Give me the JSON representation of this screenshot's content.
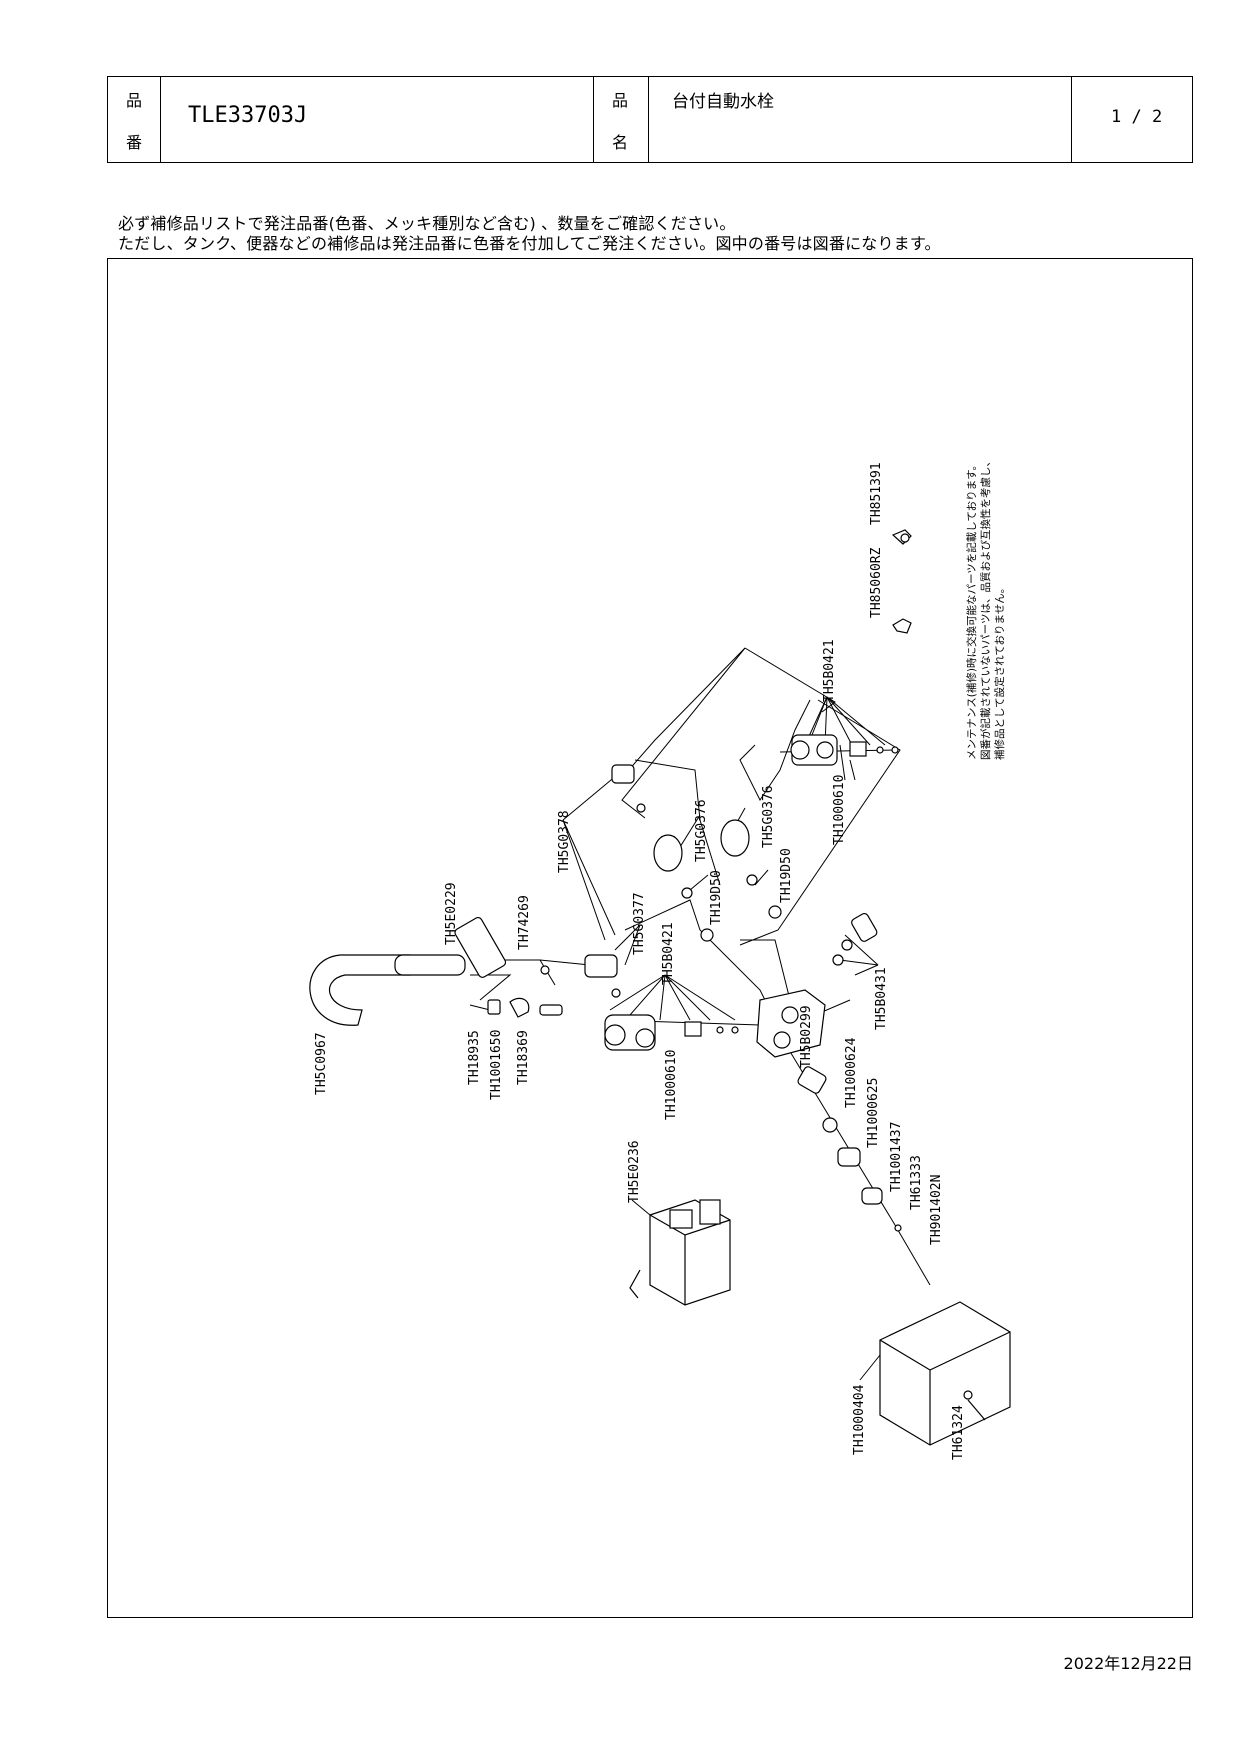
{
  "header": {
    "part_no_label_1": "品",
    "part_no_label_2": "番",
    "part_no": "TLE33703J",
    "name_label_1": "品",
    "name_label_2": "名",
    "product_name": "台付自動水栓",
    "page": "1 / 2"
  },
  "notes": {
    "line1": "必ず補修品リストで発注品番(色番、メッキ種別など含む) 、数量をご確認ください。",
    "line2": "ただし、タンク、便器などの補修品は発注品番に色番を付加してご発注ください。図中の番号は図番になります。"
  },
  "side_note": {
    "line1": "メンテナンス(補修)時に交換可能なパーツを記載しております。",
    "line2": "図番が記載されていないパーツは、品質および互換性を考慮し、",
    "line3": "補修品として設定されておりません。"
  },
  "parts": {
    "p1": "TH851391",
    "p2": "TH85060RZ",
    "p3": "TH5B0421",
    "p4": "TH1000610",
    "p5": "TH5G0376",
    "p6": "TH5G0376",
    "p7": "TH5G0378",
    "p8": "TH19D50",
    "p9": "TH19D50",
    "p10": "TH5G0377",
    "p11": "TH5E0229",
    "p12": "TH74269",
    "p13": "TH5B0421",
    "p14": "TH5B0431",
    "p15": "TH5B0299",
    "p16": "TH1000624",
    "p17": "TH1000625",
    "p18": "TH1001437",
    "p19": "TH61333",
    "p20": "TH901402N",
    "p21": "TH5C0967",
    "p22": "TH18935",
    "p23": "TH1001650",
    "p24": "TH18369",
    "p25": "TH1000610",
    "p26": "TH5E0236",
    "p27": "TH1000404",
    "p28": "TH61324"
  },
  "footer": {
    "date": "2022年12月22日"
  }
}
